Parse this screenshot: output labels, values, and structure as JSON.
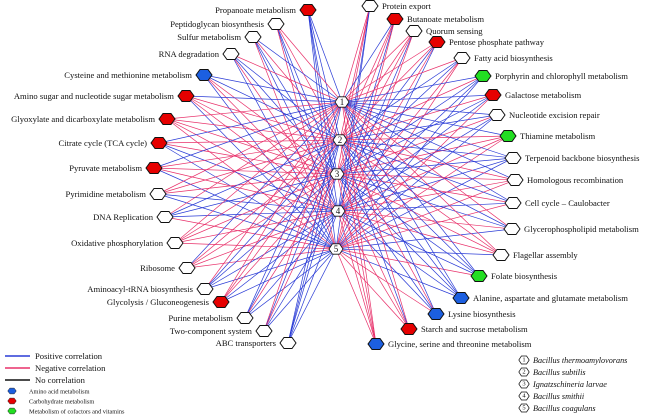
{
  "colors": {
    "positive": "#2a3bd6",
    "negative": "#e8306a",
    "none": "#111111",
    "amino": "#1c5fe0",
    "carbohydrate": "#e60000",
    "cofactor": "#22dd22",
    "other": "#ffffff"
  },
  "hubs": [
    {
      "id": "1",
      "species": "Bacillus thermoamylovorans"
    },
    {
      "id": "2",
      "species": "Bacillus subtilis"
    },
    {
      "id": "3",
      "species": "Ignatzschineria larvae"
    },
    {
      "id": "4",
      "species": "Bacillus smithii"
    },
    {
      "id": "5",
      "species": "Bacillus coagulans"
    }
  ],
  "left_nodes": [
    {
      "label": "Propanoate metabolism",
      "category": "carbohydrate"
    },
    {
      "label": "Peptidoglycan biosynthesis",
      "category": "other"
    },
    {
      "label": "Sulfur metabolism",
      "category": "other"
    },
    {
      "label": "RNA degradation",
      "category": "other"
    },
    {
      "label": "Cysteine and methionine metabolism",
      "category": "amino"
    },
    {
      "label": "Amino sugar and nucleotide sugar metabolism",
      "category": "carbohydrate"
    },
    {
      "label": "Glyoxylate and dicarboxylate metabolism",
      "category": "carbohydrate"
    },
    {
      "label": "Citrate cycle (TCA cycle)",
      "category": "carbohydrate"
    },
    {
      "label": "Pyruvate metabolism",
      "category": "carbohydrate"
    },
    {
      "label": "Pyrimidine metabolism",
      "category": "other"
    },
    {
      "label": "DNA Replication",
      "category": "other"
    },
    {
      "label": "Oxidative phosphorylation",
      "category": "other"
    },
    {
      "label": "Ribosome",
      "category": "other"
    },
    {
      "label": "Aminoacyl-tRNA biosynthesis",
      "category": "other"
    },
    {
      "label": "Glycolysis / Gluconeogenesis",
      "category": "carbohydrate"
    },
    {
      "label": "Purine metabolism",
      "category": "other"
    },
    {
      "label": "Two-component system",
      "category": "other"
    },
    {
      "label": "ABC transporters",
      "category": "other"
    }
  ],
  "right_nodes": [
    {
      "label": "Protein export",
      "category": "other"
    },
    {
      "label": "Butanoate metabolism",
      "category": "carbohydrate"
    },
    {
      "label": "Quorum sensing",
      "category": "other"
    },
    {
      "label": "Pentose phosphate pathway",
      "category": "carbohydrate"
    },
    {
      "label": "Fatty acid biosynthesis",
      "category": "other"
    },
    {
      "label": "Porphyrin and chlorophyll metabolism",
      "category": "cofactor"
    },
    {
      "label": "Galactose metabolism",
      "category": "carbohydrate"
    },
    {
      "label": "Nucleotide excision repair",
      "category": "other"
    },
    {
      "label": "Thiamine metabolism",
      "category": "cofactor"
    },
    {
      "label": "Terpenoid backbone biosynthesis",
      "category": "other"
    },
    {
      "label": "Homologous recombination",
      "category": "other"
    },
    {
      "label": "Cell cycle – Caulobacter",
      "category": "other"
    },
    {
      "label": "Glycerophospholipid metabolism",
      "category": "other"
    },
    {
      "label": "Flagellar assembly",
      "category": "other"
    },
    {
      "label": "Folate biosynthesis",
      "category": "cofactor"
    },
    {
      "label": "Alanine, aspartate and glutamate metabolism",
      "category": "amino"
    },
    {
      "label": "Lysine biosynthesis",
      "category": "amino"
    },
    {
      "label": "Starch and sucrose metabolism",
      "category": "carbohydrate"
    },
    {
      "label": "Glycine, serine and threonine metabolism",
      "category": "amino"
    }
  ],
  "legend": {
    "lines": [
      {
        "label": "Positive correlation",
        "color_key": "positive"
      },
      {
        "label": "Negative correlation",
        "color_key": "negative"
      },
      {
        "label": "No correlation",
        "color_key": "none"
      }
    ],
    "categories": [
      {
        "label": "Amino acid metabolism",
        "color_key": "amino"
      },
      {
        "label": "Carbohydrate metabolism",
        "color_key": "carbohydrate"
      },
      {
        "label": "Metabolism of cofactors and vitamins",
        "color_key": "cofactor"
      }
    ]
  }
}
